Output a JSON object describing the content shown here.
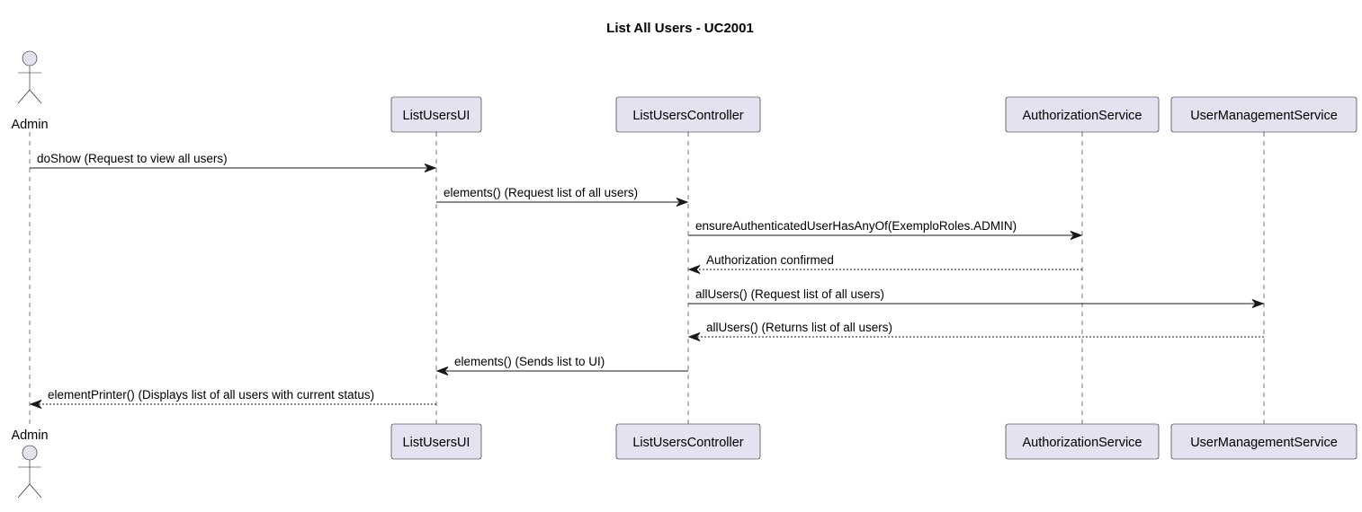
{
  "title": "List All Users - UC2001",
  "participants": [
    {
      "id": "admin",
      "label": "Admin",
      "kind": "actor"
    },
    {
      "id": "ui",
      "label": "ListUsersUI",
      "kind": "participant"
    },
    {
      "id": "ctrl",
      "label": "ListUsersController",
      "kind": "participant"
    },
    {
      "id": "auth",
      "label": "AuthorizationService",
      "kind": "participant"
    },
    {
      "id": "ums",
      "label": "UserManagementService",
      "kind": "participant"
    }
  ],
  "messages": [
    {
      "from": "admin",
      "to": "ui",
      "text": "doShow (Request to view all users)",
      "style": "sync"
    },
    {
      "from": "ui",
      "to": "ctrl",
      "text": "elements() (Request list of all users)",
      "style": "sync"
    },
    {
      "from": "ctrl",
      "to": "auth",
      "text": "ensureAuthenticatedUserHasAnyOf(ExemploRoles.ADMIN)",
      "style": "sync"
    },
    {
      "from": "auth",
      "to": "ctrl",
      "text": "Authorization confirmed",
      "style": "return"
    },
    {
      "from": "ctrl",
      "to": "ums",
      "text": "allUsers() (Request list of all users)",
      "style": "sync"
    },
    {
      "from": "ums",
      "to": "ctrl",
      "text": "allUsers() (Returns list of all users)",
      "style": "return"
    },
    {
      "from": "ctrl",
      "to": "ui",
      "text": "elements() (Sends list to UI)",
      "style": "sync"
    },
    {
      "from": "ui",
      "to": "admin",
      "text": "elementPrinter() (Displays list of all users with current status)",
      "style": "return"
    }
  ],
  "colors": {
    "participant_fill": "#E2E2F0",
    "line": "#181818",
    "text": "#000000",
    "background": "#FFFFFF"
  }
}
